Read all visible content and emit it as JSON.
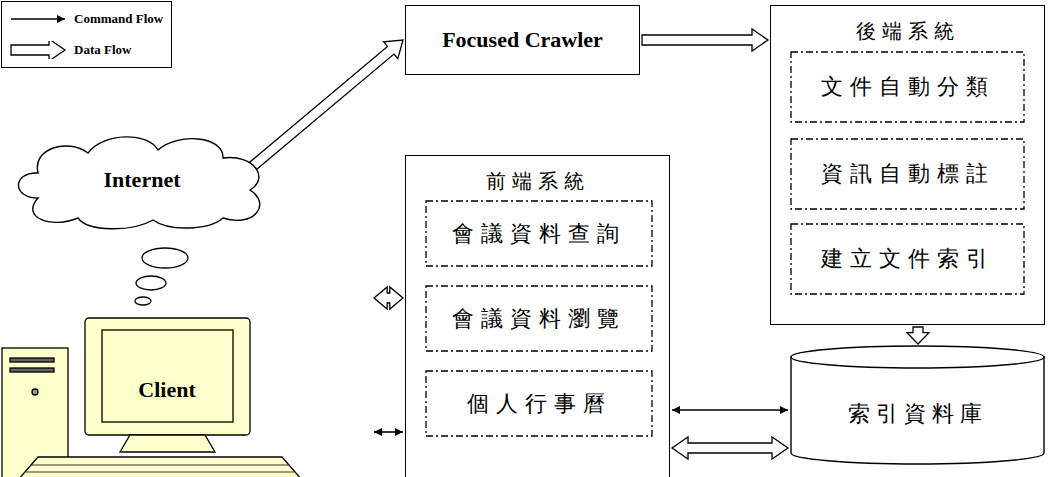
{
  "diagram": {
    "nodes": [
      {
        "text": [
          "Focused Crawler"
        ]
      },
      {
        "text": [
          "後端系統"
        ]
      },
      {
        "text": [
          "文件自動分類"
        ],
        "in": 1
      },
      {
        "text": [
          "資訊自動標註"
        ],
        "in": 1
      },
      {
        "text": [
          "建立文件索引"
        ],
        "in": 1
      },
      {
        "text": [
          "Internet"
        ]
      },
      {
        "text": [
          "前端系統"
        ]
      },
      {
        "text": [
          "會議資料查詢"
        ],
        "in": 6
      },
      {
        "text": [
          "會議資料瀏覽"
        ],
        "in": 6
      },
      {
        "text": [
          "個人行事曆"
        ],
        "in": 6
      },
      {
        "text": [
          "Client"
        ]
      },
      {
        "text": [
          "索引資料庫"
        ]
      }
    ],
    "edges": [
      {
        "from": 5,
        "to": 0,
        "arrow": "to"
      },
      {
        "from": 0,
        "to": 1,
        "arrow": "to"
      },
      {
        "from": 1,
        "to": 11,
        "arrow": "to"
      },
      {
        "from": 10,
        "to": 6,
        "arrow": "both"
      },
      {
        "from": 10,
        "to": 6,
        "arrow": "both"
      },
      {
        "from": 6,
        "to": 11,
        "arrow": "both"
      },
      {
        "from": 6,
        "to": 11,
        "arrow": "both"
      }
    ],
    "legend": [
      {
        "text": "Command Flow"
      },
      {
        "text": "Data Flow"
      }
    ]
  }
}
